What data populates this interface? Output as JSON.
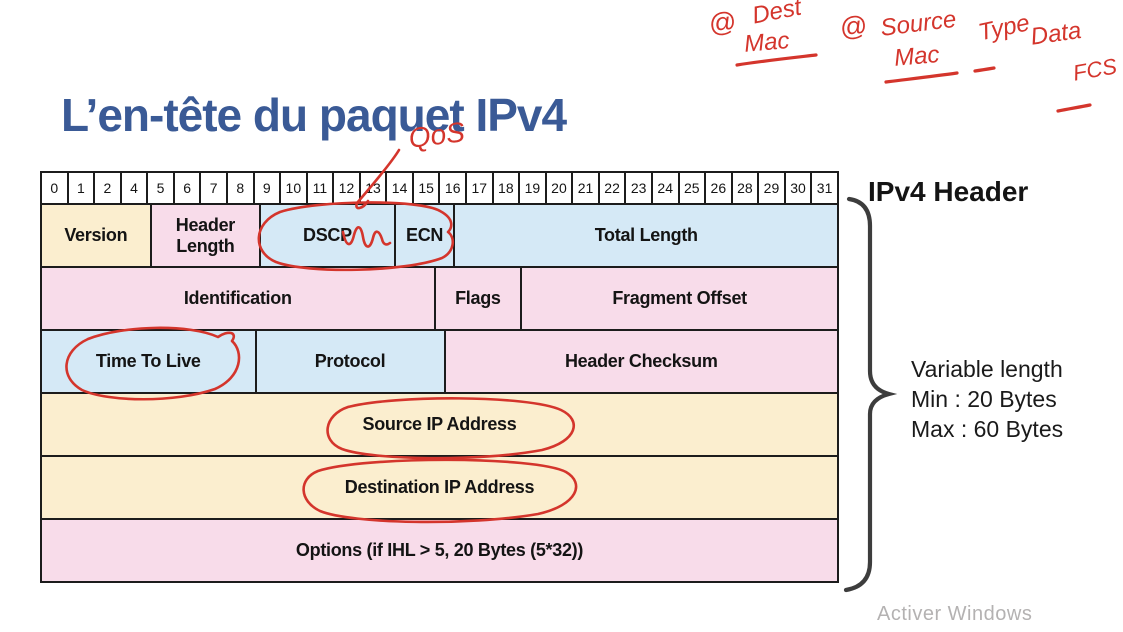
{
  "slide": {
    "title": "L’en-tête du paquet IPv4",
    "title_color": "#3a5a96"
  },
  "diagram": {
    "bit_labels": [
      "0",
      "1",
      "2",
      "4",
      "5",
      "6",
      "7",
      "8",
      "9",
      "10",
      "11",
      "12",
      "13",
      "14",
      "15",
      "16",
      "17",
      "18",
      "19",
      "20",
      "21",
      "22",
      "23",
      "24",
      "25",
      "26",
      "28",
      "29",
      "30",
      "31"
    ],
    "colors": {
      "cream": "#fbeecf",
      "pink": "#f8dcea",
      "blue": "#d5e9f6"
    },
    "rows": [
      {
        "cells": [
          {
            "label": "Version",
            "span": 4,
            "color": "cream"
          },
          {
            "label": "Header Length",
            "span": 4,
            "color": "pink"
          },
          {
            "label": "DSCP",
            "span": 5,
            "color": "blue"
          },
          {
            "label": "ECN",
            "span": 2,
            "color": "blue"
          },
          {
            "label": "Total Length",
            "span": 15,
            "color": "blue"
          }
        ]
      },
      {
        "cells": [
          {
            "label": "Identification",
            "span": 15,
            "color": "pink"
          },
          {
            "label": "Flags",
            "span": 3,
            "color": "pink"
          },
          {
            "label": "Fragment Offset",
            "span": 12,
            "color": "pink"
          }
        ]
      },
      {
        "cells": [
          {
            "label": "Time To Live",
            "span": 8,
            "color": "blue"
          },
          {
            "label": "Protocol",
            "span": 7,
            "color": "blue"
          },
          {
            "label": "Header Checksum",
            "span": 15,
            "color": "pink"
          }
        ]
      },
      {
        "cells": [
          {
            "label": "Source IP Address",
            "span": 30,
            "color": "cream"
          }
        ]
      },
      {
        "cells": [
          {
            "label": "Destination IP Address",
            "span": 30,
            "color": "cream"
          }
        ]
      },
      {
        "cells": [
          {
            "label": "Options (if IHL > 5, 20 Bytes (5*32))",
            "span": 30,
            "color": "pink"
          }
        ]
      }
    ]
  },
  "sidebar": {
    "header_title": "IPv4 Header",
    "notes": [
      "Variable length",
      "Min : 20 Bytes",
      "Max : 60 Bytes"
    ]
  },
  "annotations": {
    "ink_color": "#d4352c",
    "qos": "QoS",
    "dest": {
      "at": "@",
      "word": "Dest",
      "mac": "Mac"
    },
    "source": {
      "at": "@",
      "word": "Source",
      "mac": "Mac"
    },
    "frame": {
      "type_label": "Type",
      "data_label": "Data",
      "fcs_label": "FCS"
    }
  },
  "watermark": "Activer Windows"
}
